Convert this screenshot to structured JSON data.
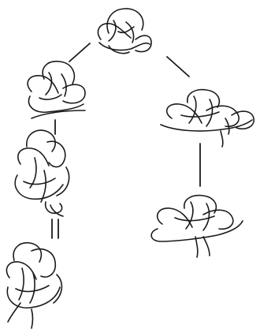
{
  "diagram": {
    "kind": "knot tree",
    "nodes": [
      {
        "id": "top",
        "label": ""
      },
      {
        "id": "left-1",
        "label": ""
      },
      {
        "id": "left-2",
        "label": ""
      },
      {
        "id": "left-3",
        "label": ""
      },
      {
        "id": "right-1",
        "label": ""
      },
      {
        "id": "right-2",
        "label": ""
      }
    ],
    "edges": [
      {
        "from": "top",
        "to": "left-1"
      },
      {
        "from": "top",
        "to": "right-1"
      },
      {
        "from": "left-1",
        "to": "left-2"
      },
      {
        "from": "left-2",
        "to": "left-3"
      },
      {
        "from": "right-1",
        "to": "right-2"
      }
    ],
    "line_color": "#1a1a1a",
    "background": "#ffffff"
  }
}
